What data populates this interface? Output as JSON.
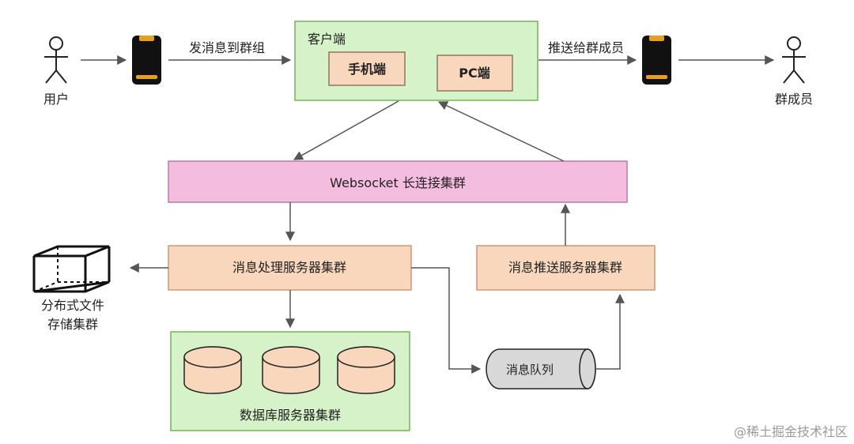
{
  "actors": {
    "user": "用户",
    "group_member": "群成员"
  },
  "edges": {
    "send_to_group": "发消息到群组",
    "push_to_members": "推送给群成员"
  },
  "client": {
    "title": "客户端",
    "mobile": "手机端",
    "pc": "PC端"
  },
  "websocket_cluster": "Websocket 长连接集群",
  "message_processing_cluster": "消息处理服务器集群",
  "message_push_cluster": "消息推送服务器集群",
  "storage_cluster": {
    "line1": "分布式文件",
    "line2": "存储集群"
  },
  "database_cluster": "数据库服务器集群",
  "message_queue": "消息队列",
  "watermark": "@稀土掘金技术社区",
  "colors": {
    "green_fill": "#d5f2c9",
    "green_stroke": "#77b05d",
    "orange_fill": "#f9d7bd",
    "orange_stroke": "#c79a78",
    "pink_fill": "#f4bde0",
    "pink_stroke": "#b77ba8",
    "queue_fill": "#d8d8d8",
    "line": "#555555"
  },
  "icons": {
    "person": "person-icon",
    "phone": "phone-icon",
    "storage": "storage-cube-icon",
    "database": "database-cylinder-icon",
    "queue": "queue-cylinder-icon"
  }
}
